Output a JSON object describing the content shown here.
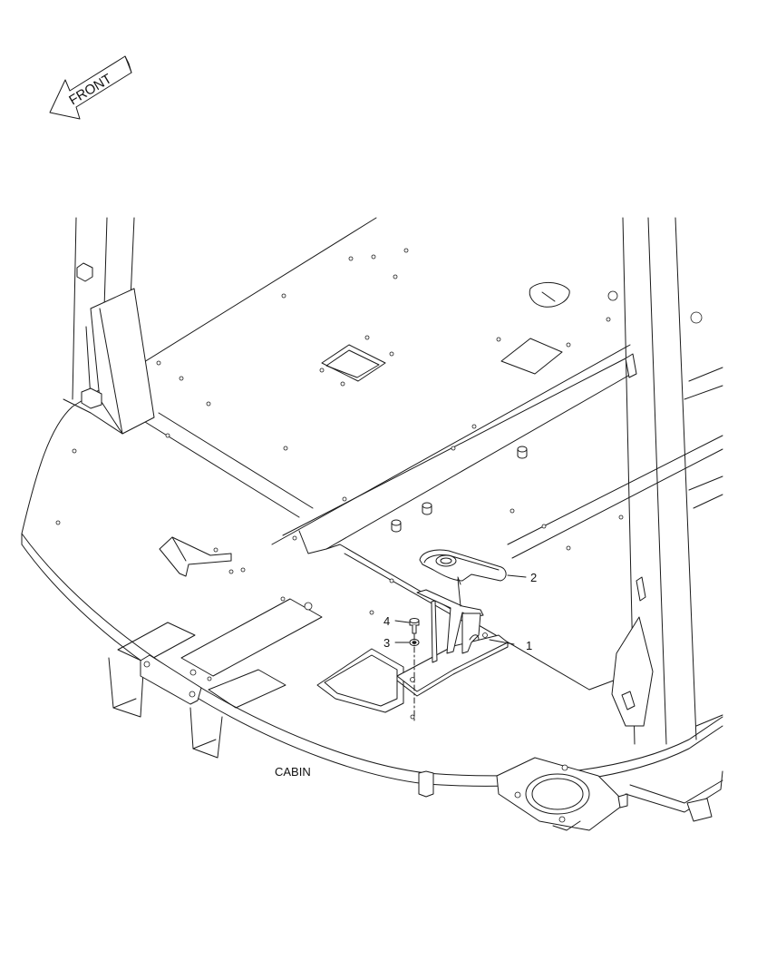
{
  "direction_arrow": {
    "label": "FRONT"
  },
  "section_label": "CABIN",
  "callouts": [
    {
      "number": "1"
    },
    {
      "number": "2"
    },
    {
      "number": "3"
    },
    {
      "number": "4"
    }
  ]
}
